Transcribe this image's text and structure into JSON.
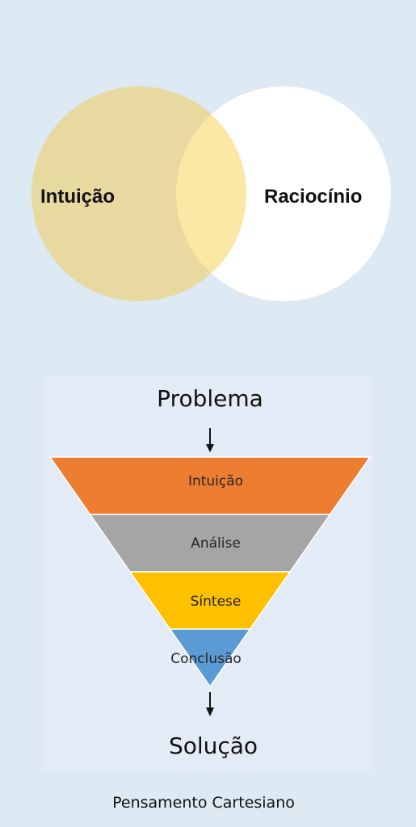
{
  "venn": {
    "left_label": "Intuição",
    "right_label": "Raciocínio",
    "colors": {
      "left_fill": "#e8d9a1",
      "right_fill": "#ffffff",
      "overlap_fill": "#fbe8a4"
    }
  },
  "funnel": {
    "top_label": "Problema",
    "bottom_label": "Solução",
    "stages": [
      {
        "label": "Intuição",
        "color": "#ed7d31"
      },
      {
        "label": "Análise",
        "color": "#a5a5a5"
      },
      {
        "label": "Síntese",
        "color": "#ffc000"
      },
      {
        "label": "Conclusão",
        "color": "#5b9bd5"
      }
    ],
    "panel_color": "#e3ebf6"
  },
  "caption": "Pensamento Cartesiano"
}
